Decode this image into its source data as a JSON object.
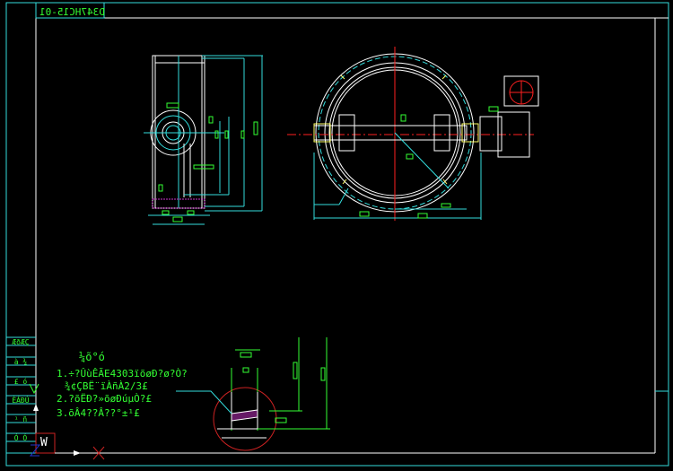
{
  "drawing": {
    "title_block": "D347HC15-01",
    "sidebar_labels": [
      "ÆðÆÇ",
      "à ¾",
      "£ ó",
      "ÈÁÐÚ",
      "¹ ñ",
      "Ó Ó"
    ],
    "notes": {
      "heading": "¼õ°ó",
      "lines": [
        "1.÷?ÛùÊÃE4303ïõøÐ?ø?Ò?",
        "¾¢ÇBË¨ïÀñÀ2/3£",
        "2.?õËÐ?»õøÐúµÒ?£",
        "3.õÂ4??Â??°±¹£"
      ]
    },
    "ucs_icon_label": "W",
    "colors": {
      "line": "#ffffff",
      "dim": "#33dddd",
      "text": "#33ff33",
      "center": "#ff2020",
      "hatch": "#cc33cc",
      "weld": "#ffff66"
    }
  }
}
